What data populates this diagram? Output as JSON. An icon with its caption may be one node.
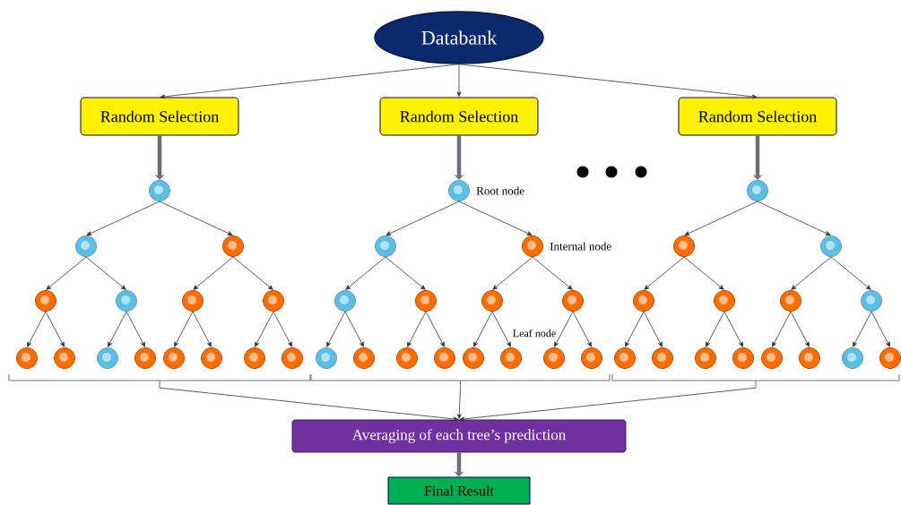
{
  "diagram": {
    "nodes": [
      {
        "text": [
          "Databank"
        ]
      },
      {
        "text": [
          "Random Selection"
        ]
      },
      {
        "text": [
          "Random Selection"
        ]
      },
      {
        "text": [
          "Random Selection"
        ]
      },
      {
        "text": [],
        "shape": "circle"
      },
      {
        "text": [],
        "shape": "circle"
      },
      {
        "text": [],
        "shape": "circle"
      },
      {
        "text": [],
        "shape": "circle"
      },
      {
        "text": [],
        "shape": "circle"
      },
      {
        "text": [],
        "shape": "circle"
      },
      {
        "text": [],
        "shape": "circle"
      },
      {
        "text": [],
        "shape": "circle"
      },
      {
        "text": [],
        "shape": "circle"
      },
      {
        "text": [],
        "shape": "circle"
      },
      {
        "text": [],
        "shape": "circle"
      },
      {
        "text": [],
        "shape": "circle"
      },
      {
        "text": [],
        "shape": "circle"
      },
      {
        "text": [],
        "shape": "circle"
      },
      {
        "text": [],
        "shape": "circle"
      },
      {
        "text": [],
        "shape": "circle",
        "beside": [
          "Root node"
        ]
      },
      {
        "text": [],
        "shape": "circle"
      },
      {
        "text": [],
        "shape": "circle",
        "beside": [
          "Internal node"
        ]
      },
      {
        "text": [],
        "shape": "circle"
      },
      {
        "text": [],
        "shape": "circle"
      },
      {
        "text": [],
        "shape": "circle"
      },
      {
        "text": [],
        "shape": "circle"
      },
      {
        "text": [],
        "shape": "circle"
      },
      {
        "text": [],
        "shape": "circle"
      },
      {
        "text": [],
        "shape": "circle"
      },
      {
        "text": [],
        "shape": "circle"
      },
      {
        "text": [],
        "shape": "circle"
      },
      {
        "text": [],
        "shape": "circle"
      },
      {
        "text": [],
        "shape": "circle"
      },
      {
        "text": [],
        "shape": "circle"
      },
      {
        "text": [],
        "shape": "circle"
      },
      {
        "text": [],
        "shape": "circle"
      },
      {
        "text": [],
        "shape": "circle"
      },
      {
        "text": [],
        "shape": "circle"
      },
      {
        "text": [],
        "shape": "circle"
      },
      {
        "text": [],
        "shape": "circle"
      },
      {
        "text": [],
        "shape": "circle"
      },
      {
        "text": [],
        "shape": "circle"
      },
      {
        "text": [],
        "shape": "circle"
      },
      {
        "text": [],
        "shape": "circle"
      },
      {
        "text": [],
        "shape": "circle"
      },
      {
        "text": [],
        "shape": "circle"
      },
      {
        "text": [],
        "shape": "circle"
      },
      {
        "text": [],
        "shape": "circle"
      },
      {
        "text": [],
        "shape": "circle"
      },
      {
        "text": [],
        "shape": "bracket"
      },
      {
        "text": [],
        "shape": "bracket"
      },
      {
        "text": [],
        "shape": "bracket"
      },
      {
        "text": [
          "Averaging of each tree’s prediction"
        ]
      },
      {
        "text": [
          "Final Result"
        ]
      }
    ],
    "edges": [
      {
        "from": 0,
        "to": 1,
        "arrow": "to"
      },
      {
        "from": 0,
        "to": 2,
        "arrow": "to"
      },
      {
        "from": 0,
        "to": 3,
        "arrow": "to"
      },
      {
        "from": 1,
        "to": 4,
        "arrow": "to",
        "style": "thick",
        "color": "#6b6f78"
      },
      {
        "from": 2,
        "to": 19,
        "arrow": "to",
        "style": "thick",
        "color": "#6b6f78"
      },
      {
        "from": 3,
        "to": 34,
        "arrow": "to",
        "style": "thick",
        "color": "#6b6f78"
      },
      {
        "from": 4,
        "to": 5,
        "arrow": "to"
      },
      {
        "from": 4,
        "to": 6,
        "arrow": "to"
      },
      {
        "from": 5,
        "to": 7,
        "arrow": "to"
      },
      {
        "from": 5,
        "to": 8,
        "arrow": "to"
      },
      {
        "from": 6,
        "to": 9,
        "arrow": "to"
      },
      {
        "from": 6,
        "to": 10,
        "arrow": "to"
      },
      {
        "from": 7,
        "to": 11,
        "arrow": "to"
      },
      {
        "from": 7,
        "to": 12,
        "arrow": "to"
      },
      {
        "from": 8,
        "to": 13,
        "arrow": "to"
      },
      {
        "from": 8,
        "to": 14,
        "arrow": "to"
      },
      {
        "from": 9,
        "to": 15,
        "arrow": "to"
      },
      {
        "from": 9,
        "to": 16,
        "arrow": "to"
      },
      {
        "from": 10,
        "to": 17,
        "arrow": "to"
      },
      {
        "from": 10,
        "to": 18,
        "arrow": "to"
      },
      {
        "from": 19,
        "to": 20,
        "arrow": "to"
      },
      {
        "from": 19,
        "to": 21,
        "arrow": "to"
      },
      {
        "from": 20,
        "to": 22,
        "arrow": "to"
      },
      {
        "from": 20,
        "to": 23,
        "arrow": "to"
      },
      {
        "from": 21,
        "to": 24,
        "arrow": "to"
      },
      {
        "from": 21,
        "to": 25,
        "arrow": "to"
      },
      {
        "from": 22,
        "to": 26,
        "arrow": "to"
      },
      {
        "from": 22,
        "to": 27,
        "arrow": "to"
      },
      {
        "from": 23,
        "to": 28,
        "arrow": "to"
      },
      {
        "from": 23,
        "to": 29,
        "arrow": "to"
      },
      {
        "from": 24,
        "to": 30,
        "arrow": "to"
      },
      {
        "from": 24,
        "to": 31,
        "arrow": "to"
      },
      {
        "from": 25,
        "to": 32,
        "arrow": "to"
      },
      {
        "from": 25,
        "to": 33,
        "arrow": "to"
      },
      {
        "from": 34,
        "to": 35,
        "arrow": "to"
      },
      {
        "from": 34,
        "to": 36,
        "arrow": "to"
      },
      {
        "from": 35,
        "to": 37,
        "arrow": "to"
      },
      {
        "from": 35,
        "to": 38,
        "arrow": "to"
      },
      {
        "from": 36,
        "to": 39,
        "arrow": "to"
      },
      {
        "from": 36,
        "to": 40,
        "arrow": "to"
      },
      {
        "from": 37,
        "to": 41,
        "arrow": "to"
      },
      {
        "from": 37,
        "to": 42,
        "arrow": "to"
      },
      {
        "from": 38,
        "to": 43,
        "arrow": "to"
      },
      {
        "from": 38,
        "to": 44,
        "arrow": "to"
      },
      {
        "from": 39,
        "to": 45,
        "arrow": "to"
      },
      {
        "from": 39,
        "to": 46,
        "arrow": "to"
      },
      {
        "from": 40,
        "to": 47,
        "arrow": "to"
      },
      {
        "from": 40,
        "to": 48,
        "arrow": "to"
      },
      {
        "from": 49,
        "to": 52,
        "arrow": "to"
      },
      {
        "from": 50,
        "to": 52,
        "arrow": "to"
      },
      {
        "from": 51,
        "to": 52,
        "arrow": "to"
      },
      {
        "from": 52,
        "to": 53,
        "arrow": "to",
        "style": "thick",
        "color": "#6b6f78"
      }
    ],
    "labels": [
      "Leaf node"
    ]
  }
}
